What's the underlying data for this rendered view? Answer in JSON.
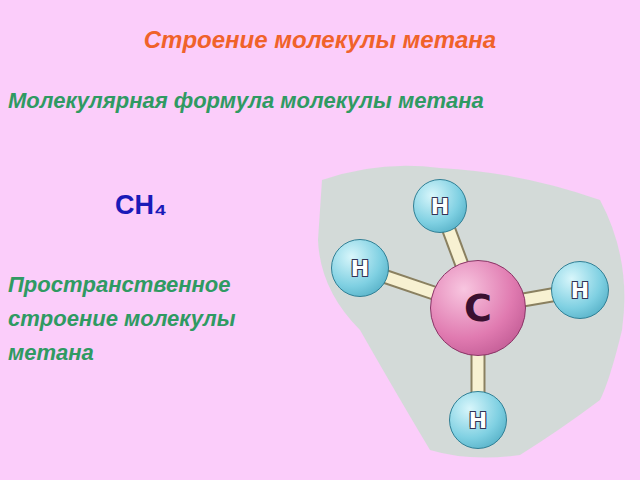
{
  "diagram": {
    "title": "Строение молекулы метана",
    "nodes": [
      {
        "text": [
          "H"
        ]
      },
      {
        "text": [
          "H"
        ]
      },
      {
        "text": [
          "H"
        ]
      },
      {
        "text": [
          "C"
        ]
      },
      {
        "text": [
          "H"
        ]
      }
    ],
    "edges": [
      {
        "from": 3,
        "to": 0,
        "arrow": "none"
      },
      {
        "from": 3,
        "to": 1,
        "arrow": "none"
      },
      {
        "from": 3,
        "to": 2,
        "arrow": "none"
      },
      {
        "from": 3,
        "to": 4,
        "arrow": "none"
      }
    ],
    "labels": [
      "Молекулярная формула молекулы метана",
      "CH₄",
      "Пространственное строение молекулы метана"
    ]
  }
}
